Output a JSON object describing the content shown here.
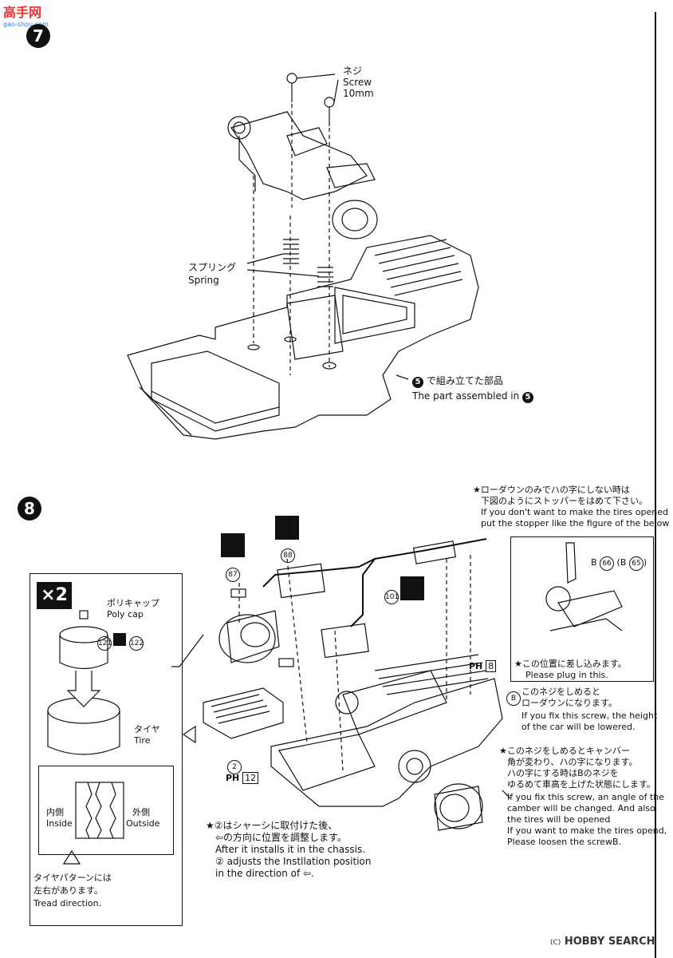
{
  "watermark": {
    "logo": "高手网",
    "sub": "gao-shou.com"
  },
  "step7": {
    "number": "7",
    "screw_jp": "ネジ",
    "screw_en": "Screw",
    "screw_size": "10mm",
    "spring_jp": "スプリング",
    "spring_en": "Spring",
    "assembled_ref": "5",
    "assembled_jp": "で組み立てた部品",
    "assembled_en": "The part assembled in"
  },
  "step8": {
    "number": "8",
    "stopper_note": [
      "★ローダウンのみでハの字にしない時は",
      "下図のようにストッパーをはめて下さい。",
      "If you don't want to make the tires opened",
      "put the stopper like the figure of the below"
    ],
    "inset_top": {
      "part_label": "B",
      "part_a": "66",
      "part_b": "65",
      "plug_jp": "★この位置に差し込みます。",
      "plug_en": "Please plug in this."
    },
    "parts": {
      "p87": "87",
      "p88": "88",
      "p101": "101",
      "p2": "2",
      "ph12_prefix": "PH",
      "ph12": "12",
      "ph8_prefix": "PH",
      "ph8": "8"
    },
    "screw_b_note": [
      "このネジをしめると",
      "ローダウンになります。",
      "If you fix this screw, the height",
      "of the car will be lowered."
    ],
    "screw_b_label": "B",
    "camber_note": [
      "★このネジをしめるとキャンバー",
      "角が変わり、ハの字になります。",
      "ハの字にする時はBのネジを",
      "ゆるめて車高を上げた状態にします。",
      "If you fix this screw, an angle of the",
      "camber will be changed. And also",
      "the tires will be opened",
      "If you want to make the tires opend,",
      "Please loosen the screwB."
    ],
    "inset_left": {
      "multiplier": "×2",
      "polycap_jp": "ポリキャップ",
      "polycap_en": "Poly cap",
      "p121": "121",
      "p122": "122",
      "tire_jp": "タイヤ",
      "tire_en": "Tire",
      "inside_jp": "内側",
      "inside_en": "Inside",
      "outside_jp": "外側",
      "outside_en": "Outside",
      "tread_jp1": "タイヤパターンには",
      "tread_jp2": "左右があります。",
      "tread_en": "Tread direction."
    },
    "adjust_note": [
      "★②はシャーシに取付けた後、",
      "⇦の方向に位置を調整します。",
      "After it installs it in the chassis.",
      "② adjusts the Instllation position",
      "in the direction of ⇦."
    ]
  },
  "footer": {
    "brand": "HOBBY SEARCH",
    "tm": "(C)"
  }
}
